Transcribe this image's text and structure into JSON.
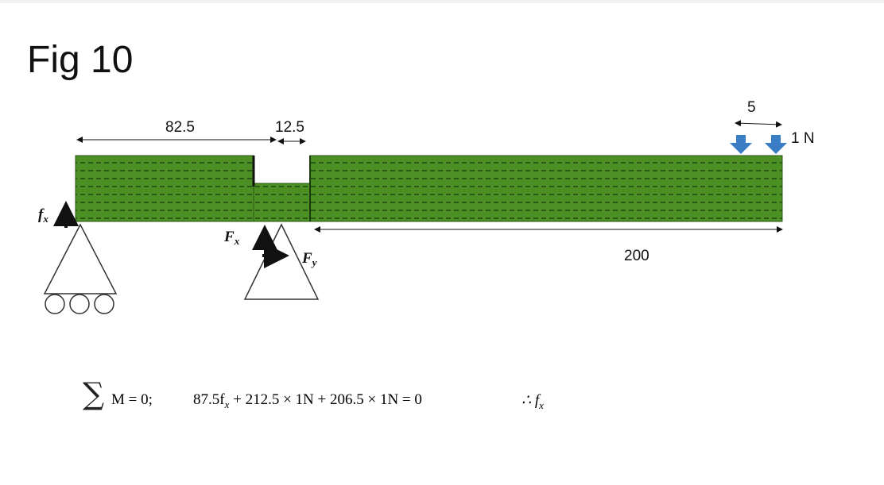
{
  "title": "Fig 10",
  "dimensions": {
    "left_length": "82.5",
    "gap_length": "12.5",
    "right_length": "200",
    "load_spacing": "5"
  },
  "load_label": "1 N",
  "reactions": {
    "left_fx_main": "f",
    "left_fx_sub": "x",
    "mid_Fx_main": "F",
    "mid_Fx_sub": "x",
    "mid_Fy_main": "F",
    "mid_Fy_sub": "y"
  },
  "equation": {
    "sigma": "∑",
    "part1": "M = 0;",
    "part2": "87.5f",
    "part2_sub": "x",
    "part2_rest": " + 212.5 × 1N + 206.5 × 1N = 0",
    "part3": "∴ f",
    "part3_sub": "x"
  },
  "colors": {
    "beam_green": "#4c8f25",
    "beam_dark": "#2c5a14",
    "load_arrow": "#3b7dc4"
  }
}
